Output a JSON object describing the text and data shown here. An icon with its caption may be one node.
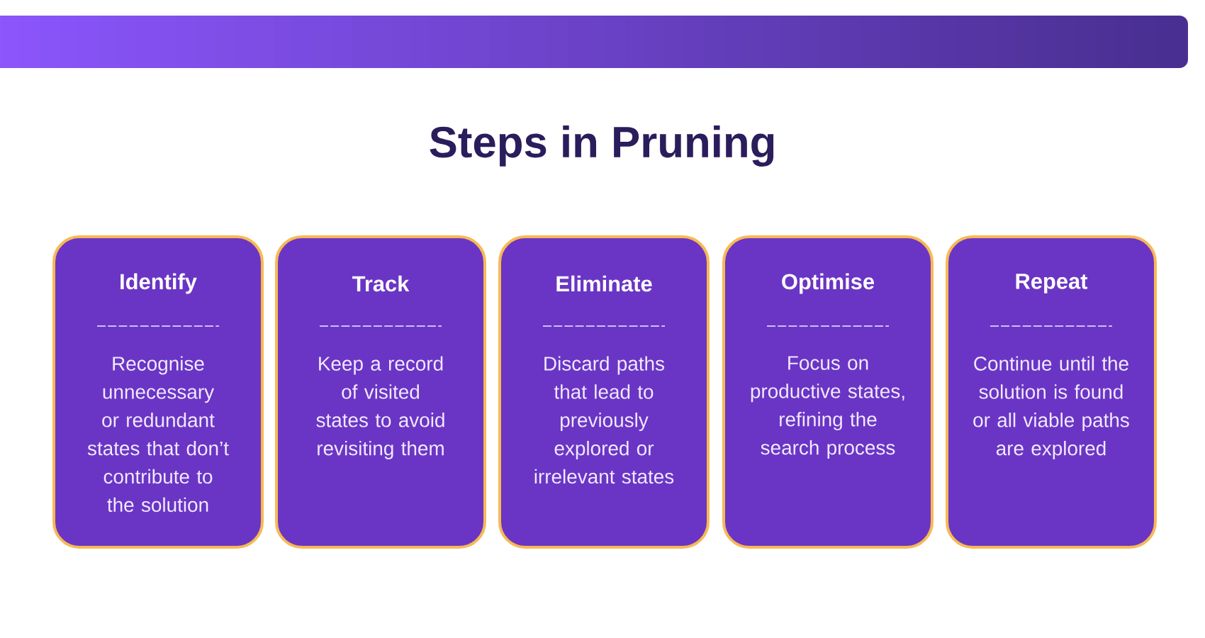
{
  "diagram": {
    "title": "Steps in Pruning",
    "nodes": [
      {
        "text": [
          "Identify",
          "Recognise unnecessary or redundant states that don’t contribute to the solution"
        ]
      },
      {
        "text": [
          "Track",
          "Keep a record of visited states to avoid revisiting them"
        ]
      },
      {
        "text": [
          "Eliminate",
          "Discard paths that lead to previously explored or irrelevant states"
        ]
      },
      {
        "text": [
          "Optimise",
          "Focus on productive states, refining the search process"
        ]
      },
      {
        "text": [
          "Repeat",
          "Continue until the solution is found or all viable paths are explored"
        ]
      }
    ]
  }
}
